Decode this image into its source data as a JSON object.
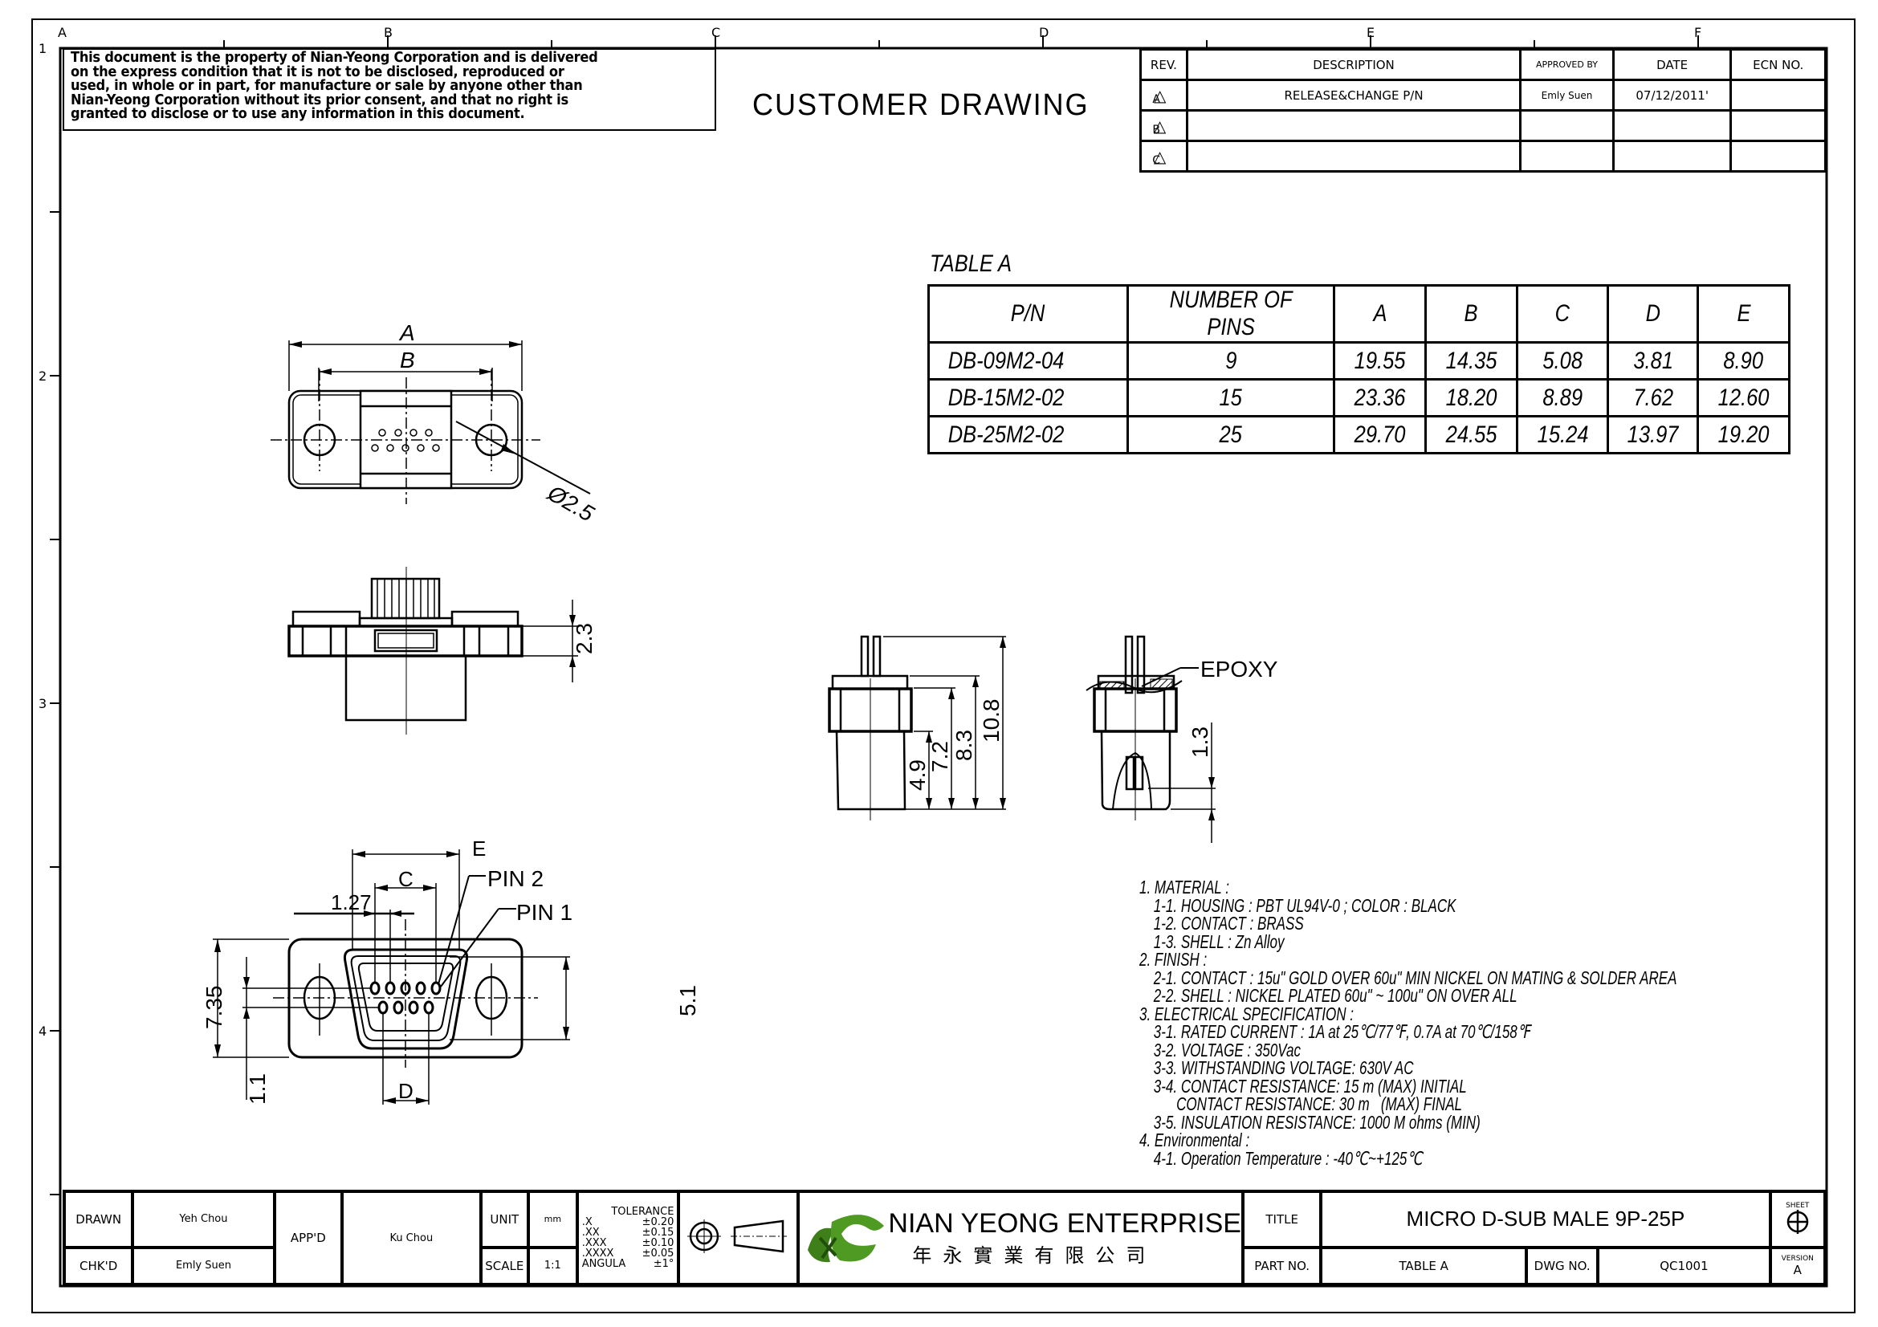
{
  "frame": {
    "columns": [
      "A",
      "B",
      "C",
      "D",
      "E",
      "F"
    ],
    "rows": [
      "1",
      "2",
      "3",
      "4"
    ]
  },
  "notice": {
    "lines": [
      "This document is the property of Nian-Yeong Corporation and is delivered",
      "on  the  express condition that it is not to be disclosed, reproduced or",
      "used, in whole or in part, for manufacture or sale by anyone other than",
      "Nian-Yeong Corporation without  its prior consent, and that  no right  is",
      "granted to disclose or to use any information in this  document."
    ]
  },
  "header_title": "CUSTOMER  DRAWING",
  "revision_table": {
    "headers": [
      "REV.",
      "DESCRIPTION",
      "APPROVED BY",
      "DATE",
      "ECN NO."
    ],
    "rows": [
      {
        "rev": "A",
        "description": "RELEASE&CHANGE P/N",
        "approved_by": "Emly Suen",
        "date": "07/12/2011'",
        "ecn": ""
      },
      {
        "rev": "B",
        "description": "",
        "approved_by": "",
        "date": "",
        "ecn": ""
      },
      {
        "rev": "C",
        "description": "",
        "approved_by": "",
        "date": "",
        "ecn": ""
      }
    ]
  },
  "table_a": {
    "title": "TABLE  A",
    "headers": [
      "P/N",
      "NUMBER  OF  PINS",
      "A",
      "B",
      "C",
      "D",
      "E"
    ],
    "rows": [
      [
        "DB-09M2-04",
        "9",
        "19.55",
        "14.35",
        "5.08",
        "3.81",
        "8.90"
      ],
      [
        "DB-15M2-02",
        "15",
        "23.36",
        "18.20",
        "8.89",
        "7.62",
        "12.60"
      ],
      [
        "DB-25M2-02",
        "25",
        "29.70",
        "24.55",
        "15.24",
        "13.97",
        "19.20"
      ]
    ]
  },
  "drawing_labels": {
    "top_A": "A",
    "top_B": "B",
    "hole_dia": "Ø2.5",
    "side_h": "2.3",
    "front_E": "E",
    "front_C": "C",
    "front_D": "D",
    "pitch": "1.27",
    "pin2": "PIN 2",
    "pin1": "PIN 1",
    "height_735": "7.35",
    "height_11": "1.1",
    "height_51": "5.1",
    "d49": "4.9",
    "d72": "7.2",
    "d83": "8.3",
    "d108": "10.8",
    "epoxy": "EPOXY",
    "d13": "1.3"
  },
  "notes": [
    {
      "text": "1. MATERIAL :",
      "indent": false
    },
    {
      "text": "1-1. HOUSING : PBT UL94V-0 ; COLOR : BLACK",
      "indent": true
    },
    {
      "text": "1-2. CONTACT : BRASS",
      "indent": true
    },
    {
      "text": "1-3. SHELL : Zn Alloy",
      "indent": true
    },
    {
      "text": "2. FINISH :",
      "indent": false
    },
    {
      "text": "2-1. CONTACT : 15u\" GOLD OVER 60u\" MIN NICKEL ON MATING & SOLDER AREA",
      "indent": true
    },
    {
      "text": "2-2. SHELL : NICKEL PLATED 60u\" ~ 100u\" ON OVER ALL",
      "indent": true
    },
    {
      "text": "3. ELECTRICAL SPECIFICATION :",
      "indent": false
    },
    {
      "text": "3-1. RATED CURRENT : 1A at 25℃/77℉, 0.7A at 70℃/158℉",
      "indent": true
    },
    {
      "text": "3-2. VOLTAGE : 350Vac",
      "indent": true
    },
    {
      "text": "3-3. WITHSTANDING VOLTAGE: 630V AC",
      "indent": true
    },
    {
      "text": "3-4. CONTACT RESISTANCE: 15 m   (MAX) INITIAL",
      "indent": true
    },
    {
      "text": "      CONTACT RESISTANCE: 30 m   (MAX) FINAL",
      "indent": true
    },
    {
      "text": "3-5. INSULATION RESISTANCE: 1000 M ohms (MIN)",
      "indent": true
    },
    {
      "text": "4. Environmental :",
      "indent": false
    },
    {
      "text": "4-1. Operation Temperature : -40℃~+125℃",
      "indent": true
    }
  ],
  "title_block": {
    "drawn_label": "DRAWN",
    "drawn": "Yeh Chou",
    "checked_label": "CHK'D",
    "checked": "Emly Suen",
    "approved_label": "APP'D",
    "approved": "Ku Chou",
    "unit_label": "UNIT",
    "unit": "mm",
    "scale_label": "SCALE",
    "scale": "1:1",
    "tolerance_title": "TOLERANCE",
    "tolerances": [
      [
        ".X",
        "±0.20"
      ],
      [
        ".XX",
        "±0.15"
      ],
      [
        ".XXX",
        "±0.10"
      ],
      [
        ".XXXX",
        "±0.05"
      ],
      [
        "ANGULA",
        "±1°"
      ]
    ],
    "company": "NIAN YEONG ENTERPRISE",
    "company_cn": "年永實業有限公司",
    "title_label": "TITLE",
    "title": "MICRO  D-SUB  MALE  9P-25P",
    "part_label": "PART NO.",
    "part": "TABLE  A",
    "dwg_label": "DWG NO.",
    "dwg": "QC1001",
    "sheet_label": "SHEET",
    "version_label": "VERSION",
    "version": "A",
    "logo_color": "#3f7f1a"
  }
}
